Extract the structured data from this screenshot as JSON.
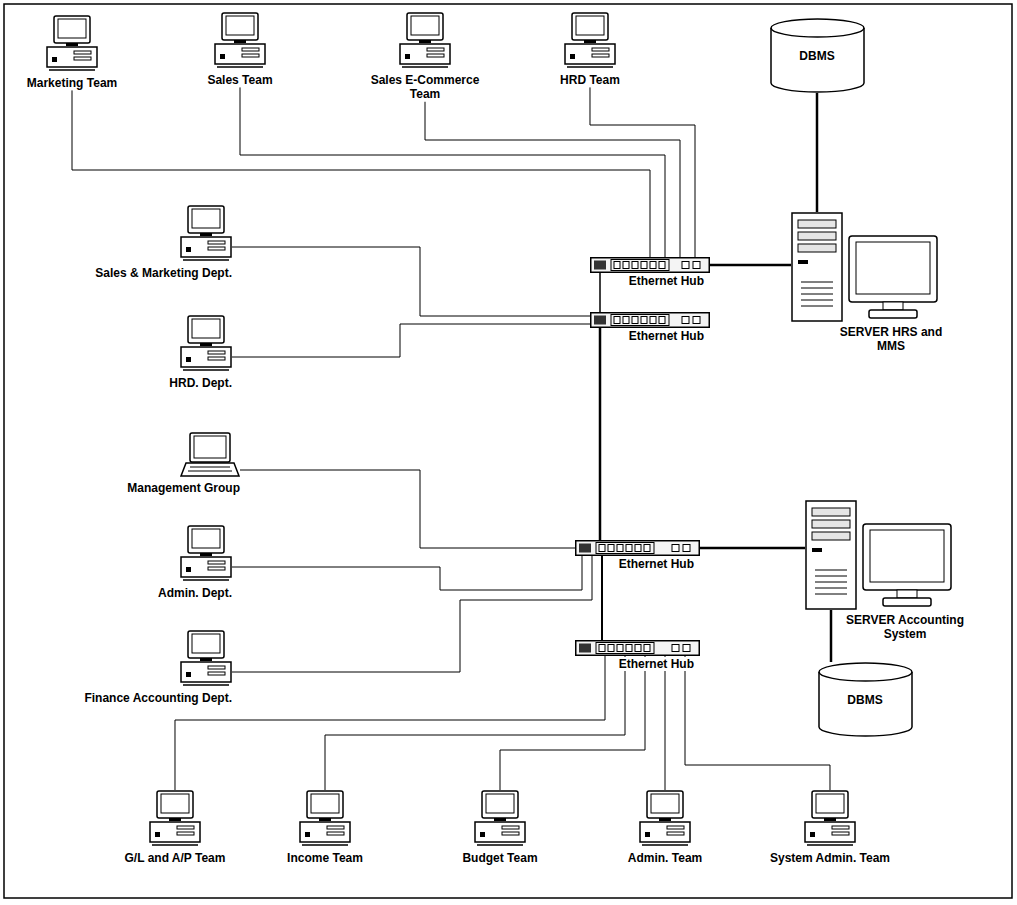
{
  "diagram": {
    "nodes": [
      {
        "text": [
          "Marketing Team"
        ]
      },
      {
        "text": [
          "Sales Team"
        ]
      },
      {
        "text": [
          "Sales E-Commerce Team"
        ]
      },
      {
        "text": [
          "HRD Team"
        ]
      },
      {
        "text": [
          "DBMS"
        ]
      },
      {
        "text": [
          "Sales & Marketing Dept."
        ]
      },
      {
        "text": [
          "Ethernet Hub"
        ]
      },
      {
        "text": [
          "Ethernet Hub"
        ]
      },
      {
        "text": [
          "SERVER HRS and MMS"
        ]
      },
      {
        "text": [
          "HRD. Dept."
        ]
      },
      {
        "text": [
          "Management Group"
        ]
      },
      {
        "text": [
          "Admin. Dept."
        ]
      },
      {
        "text": [
          "Ethernet Hub"
        ]
      },
      {
        "text": [
          "SERVER Accounting System"
        ]
      },
      {
        "text": [
          "Finance Accounting Dept."
        ]
      },
      {
        "text": [
          "Ethernet Hub"
        ]
      },
      {
        "text": [
          "DBMS"
        ]
      },
      {
        "text": [
          "G/L and A/P Team"
        ]
      },
      {
        "text": [
          "Income Team"
        ]
      },
      {
        "text": [
          "Budget Team"
        ]
      },
      {
        "text": [
          "Admin. Team"
        ]
      },
      {
        "text": [
          "System Admin. Team"
        ]
      }
    ],
    "edges": [
      {
        "from": 0,
        "to": 6,
        "arrow": "none"
      },
      {
        "from": 1,
        "to": 6,
        "arrow": "none"
      },
      {
        "from": 2,
        "to": 6,
        "arrow": "none"
      },
      {
        "from": 3,
        "to": 6,
        "arrow": "none"
      },
      {
        "from": 4,
        "to": 8,
        "arrow": "none"
      },
      {
        "from": 5,
        "to": 7,
        "arrow": "none"
      },
      {
        "from": 6,
        "to": 8,
        "arrow": "none"
      },
      {
        "from": 6,
        "to": 7,
        "arrow": "none"
      },
      {
        "from": 7,
        "to": 12,
        "arrow": "none"
      },
      {
        "from": 9,
        "to": 7,
        "arrow": "none"
      },
      {
        "from": 10,
        "to": 12,
        "arrow": "none"
      },
      {
        "from": 11,
        "to": 12,
        "arrow": "none"
      },
      {
        "from": 12,
        "to": 13,
        "arrow": "none"
      },
      {
        "from": 14,
        "to": 12,
        "arrow": "none"
      },
      {
        "from": 12,
        "to": 15,
        "arrow": "none"
      },
      {
        "from": 13,
        "to": 16,
        "arrow": "none"
      },
      {
        "from": 17,
        "to": 15,
        "arrow": "none"
      },
      {
        "from": 18,
        "to": 15,
        "arrow": "none"
      },
      {
        "from": 19,
        "to": 15,
        "arrow": "none"
      },
      {
        "from": 20,
        "to": 15,
        "arrow": "none"
      },
      {
        "from": 21,
        "to": 15,
        "arrow": "none"
      }
    ]
  }
}
